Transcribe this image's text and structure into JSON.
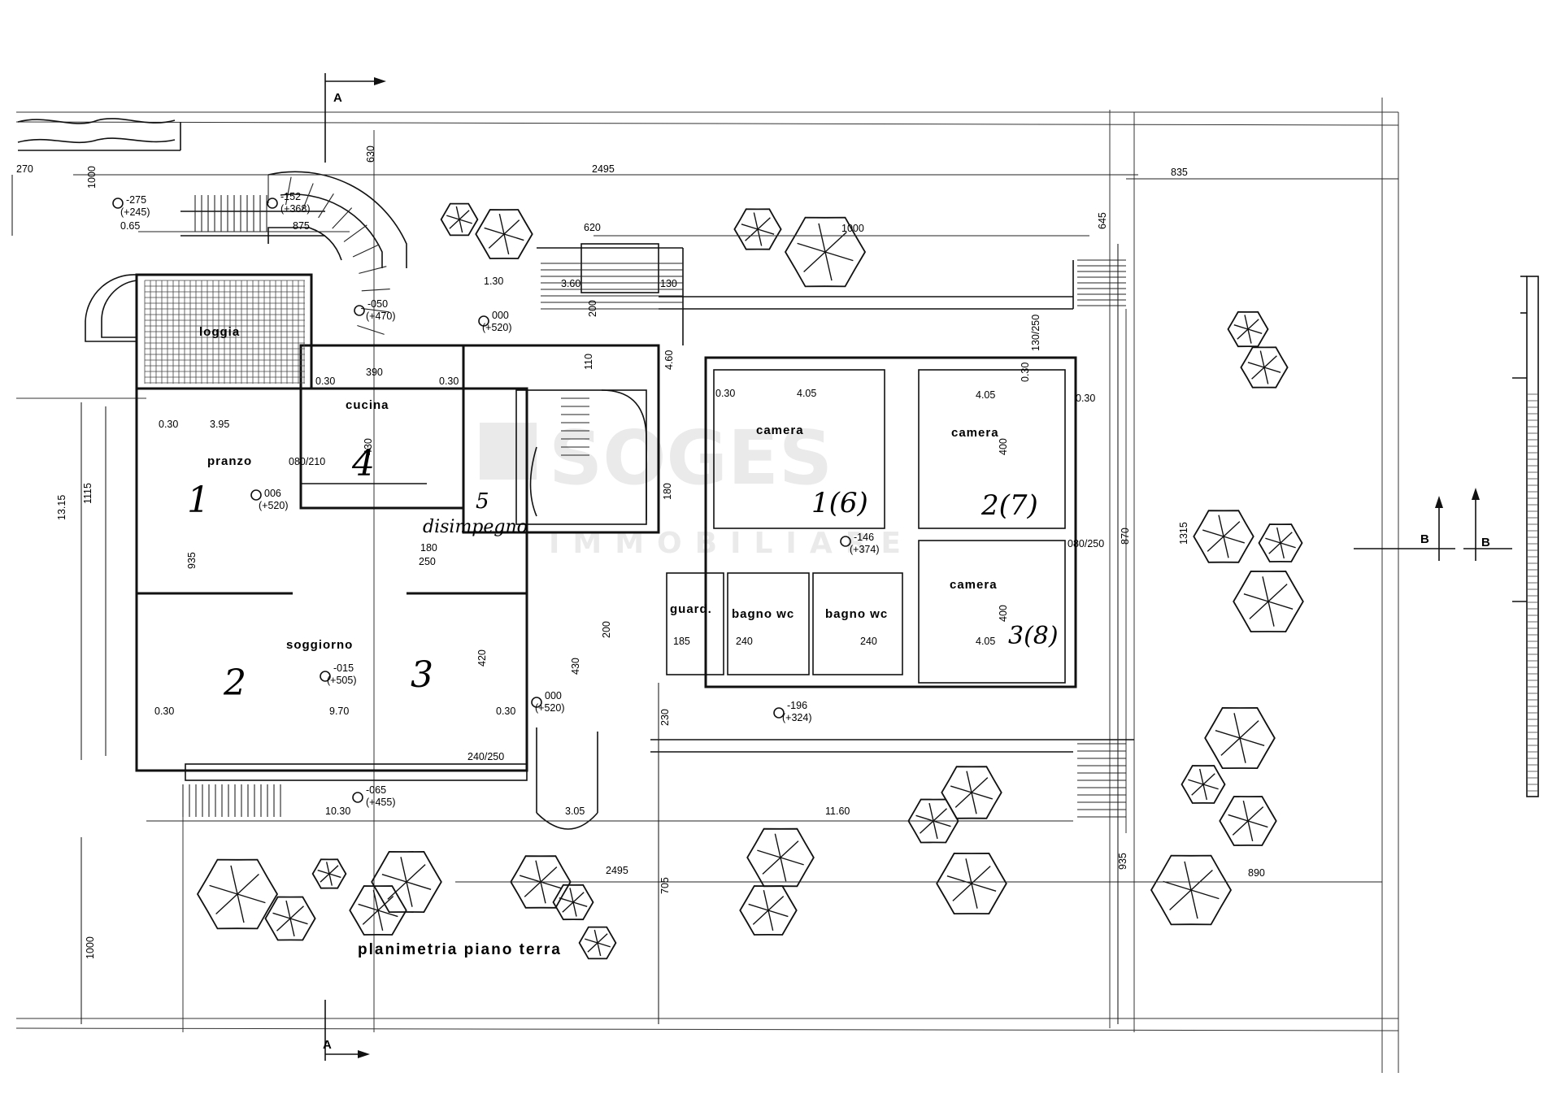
{
  "title": "planimetria piano terra",
  "watermark": {
    "brand": "SOGES",
    "sub": "IMMOBILIARE"
  },
  "section_markers": {
    "a_top": "A",
    "a_bottom": "A",
    "b_left": "B",
    "b_right": "B"
  },
  "rooms": {
    "loggia": "loggia",
    "cucina": "cucina",
    "pranzo": "pranzo",
    "soggiorno": "soggiorno",
    "camera_1": "camera",
    "camera_2": "camera",
    "camera_3": "camera",
    "guard": "guard.",
    "bagno_wc_1": "bagno wc",
    "bagno_wc_2": "bagno wc",
    "disimpegno": "disimpegno"
  },
  "handwritten": {
    "n1": "1",
    "n2": "2",
    "n3": "3",
    "n4": "4",
    "n5": "5",
    "c1": "1(6)",
    "c2": "2(7)",
    "c3": "3(8)"
  },
  "elevations": {
    "e1a": "-275",
    "e1b": "(+245)",
    "e2a": "-152",
    "e2b": "(+368)",
    "e3a": "-050",
    "e3b": "(+470)",
    "e4a": "000",
    "e4b": "(+520)",
    "e5a": "006",
    "e5b": "(+520)",
    "e6a": "-015",
    "e6b": "(+505)",
    "e7a": "000",
    "e7b": "(+520)",
    "e8a": "-146",
    "e8b": "(+374)",
    "e9a": "-196",
    "e9b": "(+324)",
    "e10a": "-065",
    "e10b": "(+455)"
  },
  "dimensions": {
    "d2495_top": "2495",
    "d835": "835",
    "d270": "270",
    "d1000_top": "1000",
    "d630": "630",
    "d065": "0.65",
    "d875": "875",
    "d620": "620",
    "d1000_mid": "1000",
    "d645": "645",
    "d130a": "1.30",
    "d360": "3.60",
    "d130b": "130",
    "d200a": "200",
    "d460": "4.60",
    "d110": "110",
    "d390": "390",
    "d030a": "0.30",
    "d030b": "0.30",
    "d395": "3.95",
    "d030c": "0.30",
    "d405a": "4.05",
    "d405b": "4.05",
    "d030d": "0.30",
    "d030e": "0.30",
    "d030f": "0.30",
    "d430a": "430",
    "d400a": "400",
    "d400b": "400",
    "d180": "180",
    "d180b": "180",
    "d250": "250",
    "d1315": "13.15",
    "d1115": "1115",
    "d870": "870",
    "d1315b": "1315",
    "d935": "935",
    "d185": "185",
    "d240a": "240",
    "d240b": "240",
    "d405c": "4.05",
    "d200b": "200",
    "d430b": "430",
    "d420": "420",
    "d970": "9.70",
    "d030g": "0.30",
    "d030h": "0.30",
    "d230": "230",
    "d1030": "10.30",
    "d305": "3.05",
    "d1160": "11.60",
    "d2495_bot": "2495",
    "d890": "890",
    "d705": "705",
    "d935b": "935",
    "d1000_bot": "1000",
    "d080_210": "080/210",
    "d130_250": "130/250",
    "d080_250": "080/250",
    "d240_250": "240/250"
  }
}
